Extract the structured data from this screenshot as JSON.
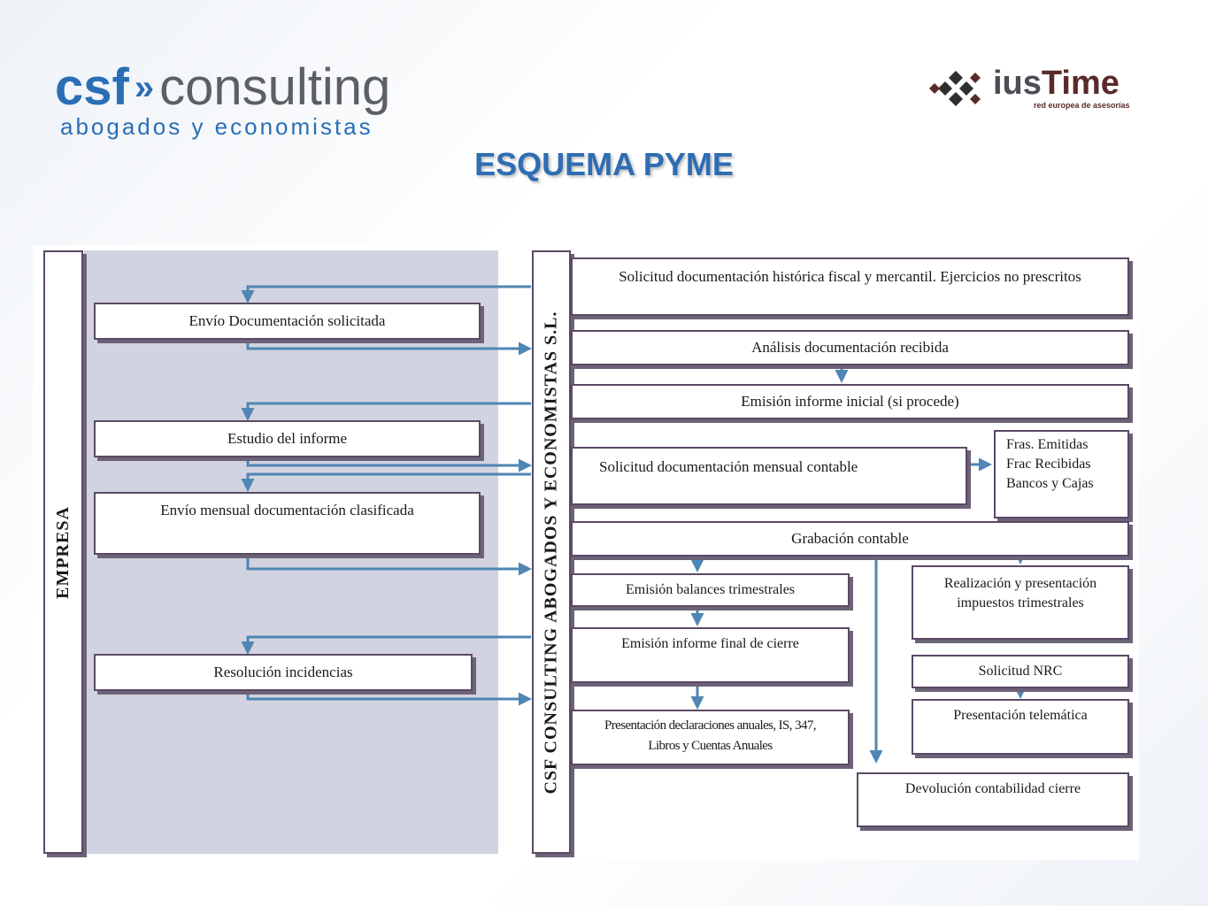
{
  "header": {
    "csf_logo": {
      "csf": "csf",
      "arrows": "»",
      "consulting": "consulting",
      "subtitle": "abogados y economistas"
    },
    "iustime_logo": {
      "ius": "ius",
      "time": "Time",
      "subtitle": "red europea de asesorías"
    },
    "title": "ESQUEMA PYME"
  },
  "diagram": {
    "colors": {
      "border": "#5a4a64",
      "arrow": "#4f86b4",
      "empresa_panel": "#d2d3e0",
      "title": "#2e6db3"
    },
    "lanes": {
      "empresa": "EMPRESA",
      "csf": "CSF CONSULTING ABOGADOS Y ECONOMISTAS S.L."
    },
    "empresa_boxes": [
      "Envío Documentación solicitada",
      "Estudio del informe",
      "Envío mensual documentación clasificada",
      "Resolución incidencias"
    ],
    "csf_boxes": {
      "solicitud_historica": "Solicitud documentación histórica fiscal y mercantil. Ejercicios no prescritos",
      "analisis": "Análisis documentación recibida",
      "emision_inicial": "Emisión informe inicial (si procede)",
      "solicitud_mensual": "Solicitud documentación mensual contable",
      "docs_list": [
        "Fras. Emitidas",
        "Frac Recibidas",
        "Bancos y Cajas"
      ],
      "grabacion": "Grabación contable",
      "balances": "Emisión balances trimestrales",
      "informe_final": "Emisión informe final de cierre",
      "declaraciones_line1": "Presentación declaraciones anuales, IS, 347,",
      "declaraciones_line2": "Libros y Cuentas Anuales",
      "impuestos": "Realización y presentación impuestos trimestrales",
      "nrc": "Solicitud NRC",
      "telematica": "Presentación telemática",
      "devolucion": "Devolución contabilidad cierre"
    }
  }
}
